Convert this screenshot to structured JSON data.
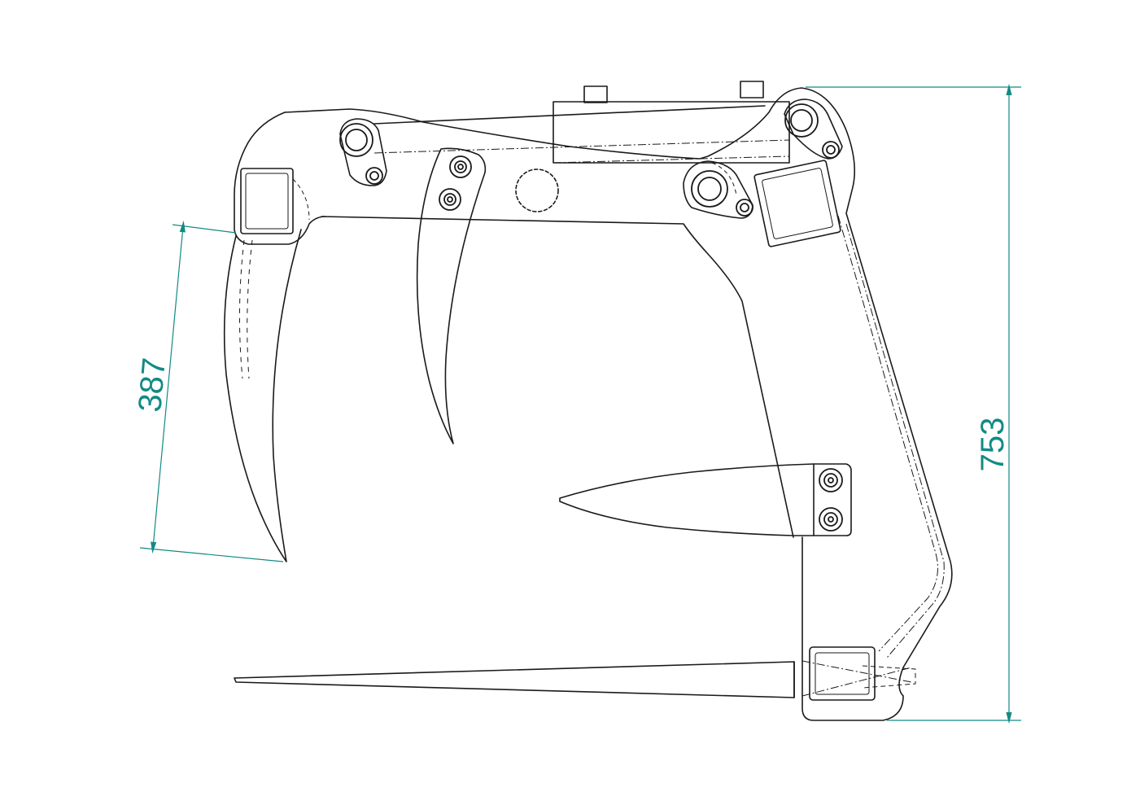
{
  "drawing": {
    "subject": "grapple-fork-attachment",
    "colors": {
      "line": "#1a1a1a",
      "dimension": "#138a84",
      "background": "#ffffff"
    }
  },
  "dimensions": {
    "height_total": "753",
    "tine_length": "387"
  }
}
